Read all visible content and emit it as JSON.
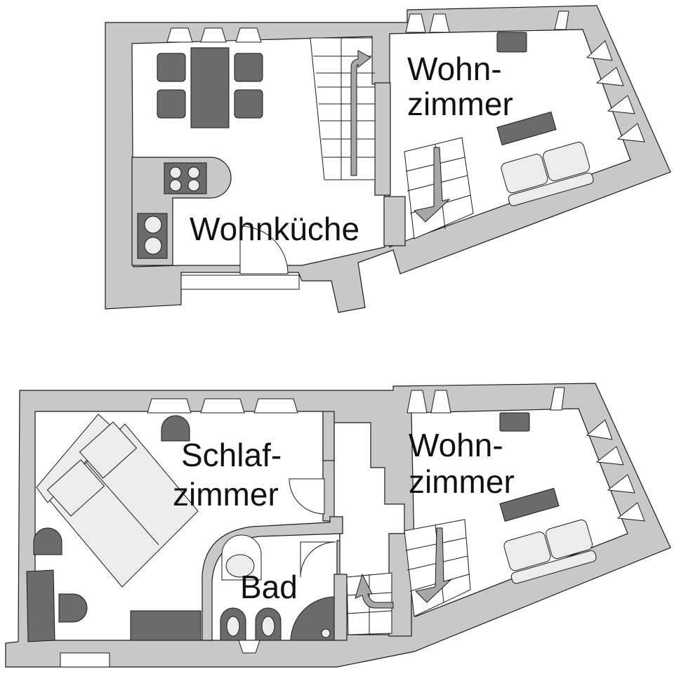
{
  "colors": {
    "wall": "#c8c8c8",
    "wall_stroke": "#1a1a1a",
    "furniture_dark": "#6b6b6b",
    "furniture_light": "#ececec",
    "arrow": "#a7a7a7",
    "floor": "#ffffff",
    "text": "#111111"
  },
  "upper_floor": {
    "rooms": {
      "kitchen": {
        "label": "Wohnküche"
      },
      "living": {
        "line1": "Wohn-",
        "line2": "zimmer"
      }
    }
  },
  "lower_floor": {
    "rooms": {
      "bedroom": {
        "line1": "Schlaf-",
        "line2": "zimmer"
      },
      "bathroom": {
        "label": "Bad"
      },
      "living": {
        "line1": "Wohn-",
        "line2": "zimmer"
      }
    }
  },
  "icons": [
    "stair-arrow-icon",
    "sofa-icon",
    "toilet-icon",
    "sink-icon",
    "stove-icon",
    "shower-icon",
    "door-swing-icon"
  ]
}
